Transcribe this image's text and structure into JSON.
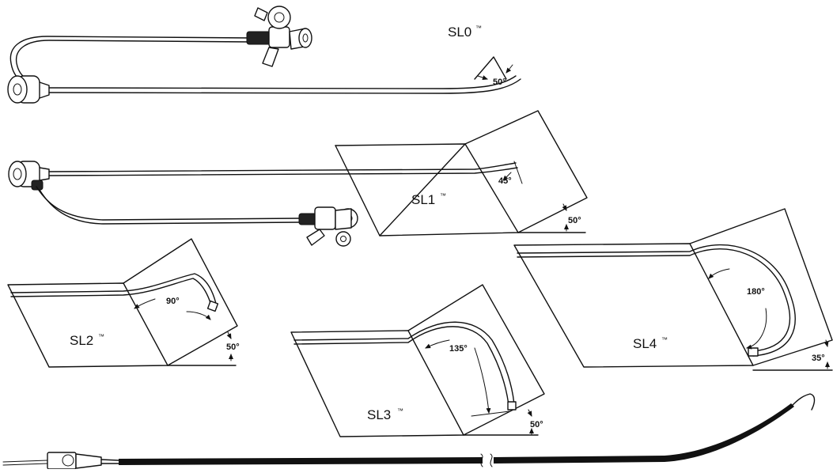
{
  "curves": [
    {
      "id": "sl0",
      "name": "SL0",
      "tm": "™",
      "angle": "50°"
    },
    {
      "id": "sl1",
      "name": "SL1",
      "tm": "™",
      "curve_angle": "45°",
      "plane_angle": "50°"
    },
    {
      "id": "sl2",
      "name": "SL2",
      "tm": "™",
      "curve_angle": "90°",
      "plane_angle": "50°"
    },
    {
      "id": "sl3",
      "name": "SL3",
      "tm": "™",
      "curve_angle": "135°",
      "plane_angle": "50°"
    },
    {
      "id": "sl4",
      "name": "SL4",
      "tm": "™",
      "curve_angle": "180°",
      "plane_angle": "35°"
    }
  ]
}
